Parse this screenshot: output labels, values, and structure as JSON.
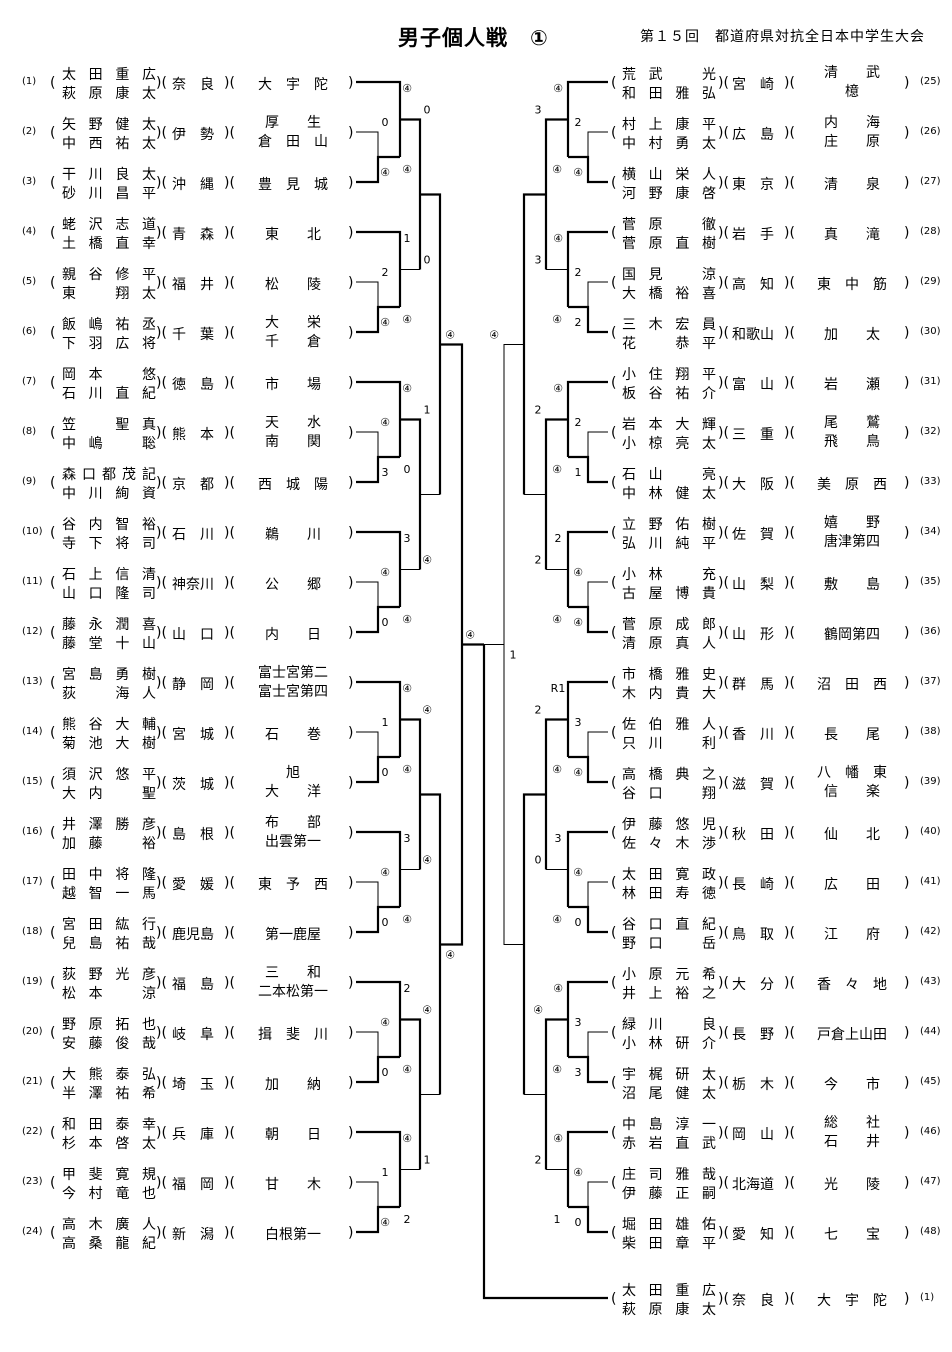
{
  "header": {
    "title": "男子個人戦　①",
    "subtitle": "第１５回　都道府県対抗全日本中学生大会"
  },
  "players": [
    {
      "no": "(1)",
      "side": "L",
      "p1": "太田重広",
      "p2": "萩原康太",
      "pref": "奈　良",
      "school": [
        "大　宇　陀"
      ]
    },
    {
      "no": "(2)",
      "side": "L",
      "p1": "矢野健太",
      "p2": "中西祐太",
      "pref": "伊　勢",
      "school": [
        "厚　　生",
        "倉　田　山"
      ]
    },
    {
      "no": "(3)",
      "side": "L",
      "p1": "干川良太",
      "p2": "砂川昌平",
      "pref": "沖　縄",
      "school": [
        "豊　見　城"
      ]
    },
    {
      "no": "(4)",
      "side": "L",
      "p1": "蛯沢志道",
      "p2": "土橋直幸",
      "pref": "青　森",
      "school": [
        "東　　北"
      ]
    },
    {
      "no": "(5)",
      "side": "L",
      "p1": "親谷修平",
      "p2": "東　翔太",
      "pref": "福　井",
      "school": [
        "松　　陵"
      ]
    },
    {
      "no": "(6)",
      "side": "L",
      "p1": "飯嶋祐丞",
      "p2": "下羽広将",
      "pref": "千　葉",
      "school": [
        "大　　栄",
        "千　　倉"
      ]
    },
    {
      "no": "(7)",
      "side": "L",
      "p1": "岡本　悠",
      "p2": "石川直紀",
      "pref": "徳　島",
      "school": [
        "市　　場"
      ]
    },
    {
      "no": "(8)",
      "side": "L",
      "p1": "笠　聖真",
      "p2": "中嶋　聡",
      "pref": "熊　本",
      "school": [
        "天　　水",
        "南　　関"
      ]
    },
    {
      "no": "(9)",
      "side": "L",
      "p1": "森口都茂記",
      "p2": "中川絢資",
      "pref": "京　都",
      "school": [
        "西　城　陽"
      ]
    },
    {
      "no": "(10)",
      "side": "L",
      "p1": "谷内智裕",
      "p2": "寺下将司",
      "pref": "石　川",
      "school": [
        "鵜　　川"
      ]
    },
    {
      "no": "(11)",
      "side": "L",
      "p1": "石上信清",
      "p2": "山口隆司",
      "pref": "神奈川",
      "school": [
        "公　　郷"
      ]
    },
    {
      "no": "(12)",
      "side": "L",
      "p1": "藤永潤喜",
      "p2": "藤堂十山",
      "pref": "山　口",
      "school": [
        "内　　日"
      ]
    },
    {
      "no": "(13)",
      "side": "L",
      "p1": "宮島勇樹",
      "p2": "荻　海人",
      "pref": "静　岡",
      "school": [
        "富士宮第二",
        "富士宮第四"
      ]
    },
    {
      "no": "(14)",
      "side": "L",
      "p1": "熊谷大輔",
      "p2": "菊池大樹",
      "pref": "宮　城",
      "school": [
        "石　　巻"
      ]
    },
    {
      "no": "(15)",
      "side": "L",
      "p1": "須沢悠平",
      "p2": "大内　聖",
      "pref": "茨　城",
      "school": [
        "旭",
        "大　　洋"
      ]
    },
    {
      "no": "(16)",
      "side": "L",
      "p1": "井澤勝彦",
      "p2": "加藤　裕",
      "pref": "島　根",
      "school": [
        "布　　部",
        "出雲第一"
      ]
    },
    {
      "no": "(17)",
      "side": "L",
      "p1": "田中将隆",
      "p2": "越智一馬",
      "pref": "愛　媛",
      "school": [
        "東　予　西"
      ]
    },
    {
      "no": "(18)",
      "side": "L",
      "p1": "宮田紘行",
      "p2": "兒島祐哉",
      "pref": "鹿児島",
      "school": [
        "第一鹿屋"
      ]
    },
    {
      "no": "(19)",
      "side": "L",
      "p1": "荻野光彦",
      "p2": "松本　涼",
      "pref": "福　島",
      "school": [
        "三　　和",
        "二本松第一"
      ]
    },
    {
      "no": "(20)",
      "side": "L",
      "p1": "野原拓也",
      "p2": "安藤俊哉",
      "pref": "岐　阜",
      "school": [
        "揖　斐　川"
      ]
    },
    {
      "no": "(21)",
      "side": "L",
      "p1": "大熊泰弘",
      "p2": "半澤祐希",
      "pref": "埼　玉",
      "school": [
        "加　　納"
      ]
    },
    {
      "no": "(22)",
      "side": "L",
      "p1": "和田泰幸",
      "p2": "杉本啓太",
      "pref": "兵　庫",
      "school": [
        "朝　　日"
      ]
    },
    {
      "no": "(23)",
      "side": "L",
      "p1": "甲斐寛規",
      "p2": "今村竜也",
      "pref": "福　岡",
      "school": [
        "甘　　木"
      ]
    },
    {
      "no": "(24)",
      "side": "L",
      "p1": "高木廣人",
      "p2": "高桑龍紀",
      "pref": "新　潟",
      "school": [
        "白根第一"
      ]
    },
    {
      "no": "(25)",
      "side": "R",
      "p1": "荒武　光",
      "p2": "和田雅弘",
      "pref": "宮　崎",
      "school": [
        "清　　武",
        "檍"
      ]
    },
    {
      "no": "(26)",
      "side": "R",
      "p1": "村上康平",
      "p2": "中村勇太",
      "pref": "広　島",
      "school": [
        "内　　海",
        "庄　　原"
      ]
    },
    {
      "no": "(27)",
      "side": "R",
      "p1": "横山栄人",
      "p2": "河野康啓",
      "pref": "東　京",
      "school": [
        "清　　泉"
      ]
    },
    {
      "no": "(28)",
      "side": "R",
      "p1": "菅原　徹",
      "p2": "菅原直樹",
      "pref": "岩　手",
      "school": [
        "真　　滝"
      ]
    },
    {
      "no": "(29)",
      "side": "R",
      "p1": "国見　涼",
      "p2": "大橋裕喜",
      "pref": "高　知",
      "school": [
        "東　中　筋"
      ]
    },
    {
      "no": "(30)",
      "side": "R",
      "p1": "三木宏員",
      "p2": "花　恭平",
      "pref": "和歌山",
      "school": [
        "加　　太"
      ]
    },
    {
      "no": "(31)",
      "side": "R",
      "p1": "小住翔平",
      "p2": "板谷祐介",
      "pref": "富　山",
      "school": [
        "岩　　瀬"
      ]
    },
    {
      "no": "(32)",
      "side": "R",
      "p1": "岩本大輝",
      "p2": "小椋亮太",
      "pref": "三　重",
      "school": [
        "尾　　鷲",
        "飛　　鳥"
      ]
    },
    {
      "no": "(33)",
      "side": "R",
      "p1": "石山　亮",
      "p2": "中林健太",
      "pref": "大　阪",
      "school": [
        "美　原　西"
      ]
    },
    {
      "no": "(34)",
      "side": "R",
      "p1": "立野佑樹",
      "p2": "弘川純平",
      "pref": "佐　賀",
      "school": [
        "嬉　　野",
        "唐津第四"
      ]
    },
    {
      "no": "(35)",
      "side": "R",
      "p1": "小林　充",
      "p2": "古屋博貴",
      "pref": "山　梨",
      "school": [
        "敷　　島"
      ]
    },
    {
      "no": "(36)",
      "side": "R",
      "p1": "菅原成郎",
      "p2": "清原真人",
      "pref": "山　形",
      "school": [
        "鶴岡第四"
      ]
    },
    {
      "no": "(37)",
      "side": "R",
      "p1": "市橋雅史",
      "p2": "木内貴大",
      "pref": "群　馬",
      "school": [
        "沼　田　西"
      ]
    },
    {
      "no": "(38)",
      "side": "R",
      "p1": "佐伯雅人",
      "p2": "只川　利",
      "pref": "香　川",
      "school": [
        "長　　尾"
      ]
    },
    {
      "no": "(39)",
      "side": "R",
      "p1": "高橋典之",
      "p2": "谷口　翔",
      "pref": "滋　賀",
      "school": [
        "八　幡　東",
        "信　　楽"
      ]
    },
    {
      "no": "(40)",
      "side": "R",
      "p1": "伊藤悠児",
      "p2": "佐々木渉",
      "pref": "秋　田",
      "school": [
        "仙　　北"
      ]
    },
    {
      "no": "(41)",
      "side": "R",
      "p1": "太田寛政",
      "p2": "林田寿徳",
      "pref": "長　崎",
      "school": [
        "広　　田"
      ]
    },
    {
      "no": "(42)",
      "side": "R",
      "p1": "谷口直紀",
      "p2": "野口　岳",
      "pref": "鳥　取",
      "school": [
        "江　　府"
      ]
    },
    {
      "no": "(43)",
      "side": "R",
      "p1": "小原元希",
      "p2": "井上裕之",
      "pref": "大　分",
      "school": [
        "香　々　地"
      ]
    },
    {
      "no": "(44)",
      "side": "R",
      "p1": "緑川　良",
      "p2": "小林研介",
      "pref": "長　野",
      "school": [
        "戸倉上山田"
      ]
    },
    {
      "no": "(45)",
      "side": "R",
      "p1": "宇梶研太",
      "p2": "沼尾健太",
      "pref": "栃　木",
      "school": [
        "今　　市"
      ]
    },
    {
      "no": "(46)",
      "side": "R",
      "p1": "中島淳一",
      "p2": "赤岩直武",
      "pref": "岡　山",
      "school": [
        "総　　社",
        "石　　井"
      ]
    },
    {
      "no": "(47)",
      "side": "R",
      "p1": "庄司雅哉",
      "p2": "伊藤正嗣",
      "pref": "北海道",
      "school": [
        "光　　陵"
      ]
    },
    {
      "no": "(48)",
      "side": "R",
      "p1": "堀田雄佑",
      "p2": "柴田章平",
      "pref": "愛　知",
      "school": [
        "七　　宝"
      ]
    }
  ],
  "champion": {
    "no": "(1)",
    "p1": "太田重広",
    "p2": "萩原康太",
    "pref": "奈　良",
    "school": [
      "大　宇　陀"
    ]
  },
  "scores": {
    "circled": "④",
    "left": [
      "④",
      "④",
      "0",
      "④",
      "0",
      "④",
      "1",
      "④",
      "2",
      "④",
      "0",
      "④",
      "④",
      "3",
      "④",
      "0",
      "1",
      "3",
      "3",
      "0",
      "④",
      "④",
      "④",
      "④",
      "④",
      "0",
      "1",
      "④",
      "④",
      "④",
      "3",
      "0",
      "④",
      "④",
      "④",
      "④",
      "2",
      "0",
      "④",
      "④",
      "④",
      "1",
      "④",
      "④",
      "1",
      "2",
      "1",
      "3",
      "④",
      "④",
      "④",
      "2",
      "④"
    ],
    "right": [
      "④",
      "④",
      "2",
      "④",
      "3",
      "④",
      "④",
      "2",
      "2",
      "④",
      "3",
      "④",
      "④",
      "1",
      "2",
      "④",
      "2",
      "④",
      "2",
      "④",
      "④",
      "④",
      "2",
      "3",
      "R1",
      "④",
      "3",
      "④",
      "2",
      "④",
      "3",
      "0",
      "④",
      "④",
      "0",
      "④",
      "④",
      "3",
      "3",
      "④",
      "④",
      "④",
      "④",
      "0",
      "④",
      "1",
      "2",
      "1",
      "④"
    ]
  }
}
